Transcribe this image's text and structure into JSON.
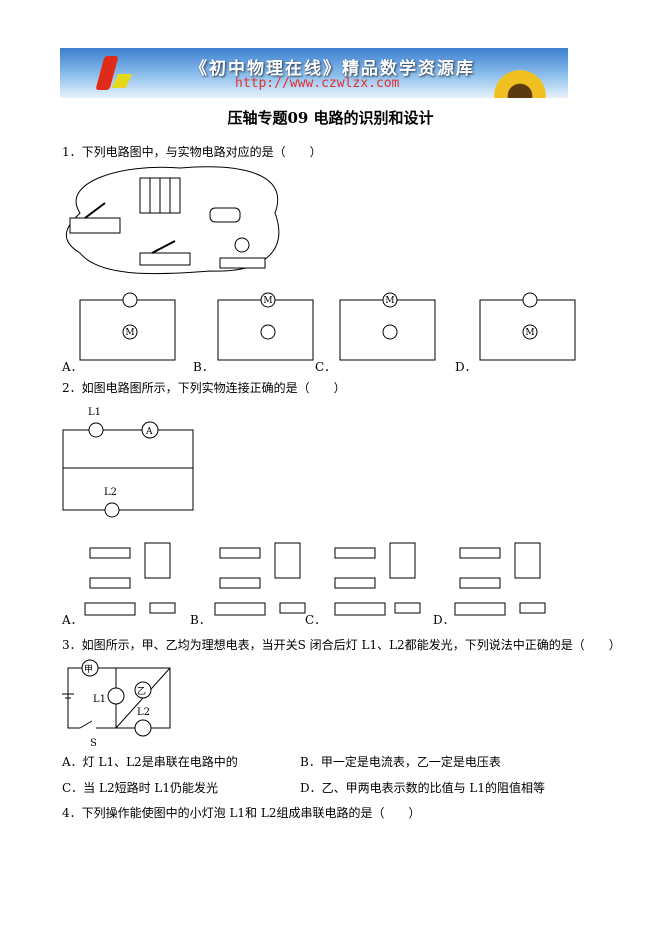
{
  "banner": {
    "title": "《初中物理在线》精品数学资源库",
    "url": "http://www.czwlzx.com"
  },
  "title": "压轴专题09  电路的识别和设计",
  "q1": {
    "text": "1．下列电路图中，与实物电路对应的是（　　）",
    "options": [
      "A．",
      "B．",
      "C．",
      "D．"
    ]
  },
  "q2": {
    "text": "2．如图电路图所示，下列实物连接正确的是（　　）",
    "labels": {
      "l1": "L1",
      "l2": "L2",
      "ammeter": "A"
    },
    "options": [
      "A．",
      "B．",
      "C．",
      "D．"
    ]
  },
  "q3": {
    "text": "3．如图所示，甲、乙均为理想电表，当开关S 闭合后灯 L1、L2都能发光，下列说法中正确的是（　　）",
    "labels": {
      "jia": "甲",
      "yi": "乙",
      "l1": "L1",
      "l2": "L2",
      "s": "S"
    },
    "options": [
      "A．灯 L1、L2是串联在电路中的",
      "B．甲一定是电流表，乙一定是电压表",
      "C．当 L2短路时 L1仍能发光",
      "D．乙、甲两电表示数的比值与 L1的阻值相等"
    ]
  },
  "q4": {
    "text": "4．下列操作能使图中的小灯泡 L1和 L2组成串联电路的是（　　）"
  }
}
